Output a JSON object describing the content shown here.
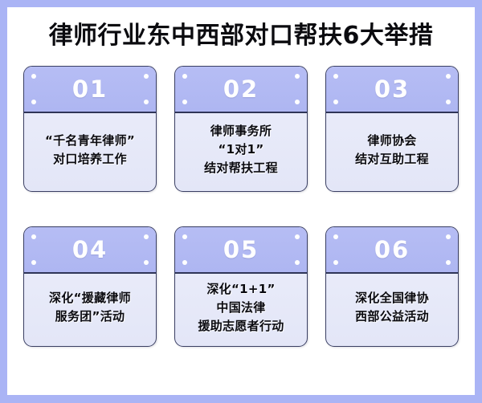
{
  "poster": {
    "title": "律师行业东中西部对口帮扶6大举措",
    "frame_color": "#aab4f5",
    "inner_background": "#ffffff",
    "header_color": "#b3baf3",
    "header_border_color": "#2f3558",
    "body_color": "#e8eaf8",
    "number_color": "#ffffff",
    "text_color": "#0a0a10"
  },
  "cards": [
    {
      "number": "01",
      "lines": [
        "“千名青年律师”",
        "对口培养工作"
      ]
    },
    {
      "number": "02",
      "lines": [
        "律师事务所",
        "“1对1”",
        "结对帮扶工程"
      ]
    },
    {
      "number": "03",
      "lines": [
        "律师协会",
        "结对互助工程"
      ]
    },
    {
      "number": "04",
      "lines": [
        "深化“援藏律师",
        "服务团”活动"
      ]
    },
    {
      "number": "05",
      "lines": [
        "深化“1+1”",
        "中国法律",
        "援助志愿者行动"
      ]
    },
    {
      "number": "06",
      "lines": [
        "深化全国律协",
        "西部公益活动"
      ]
    }
  ]
}
